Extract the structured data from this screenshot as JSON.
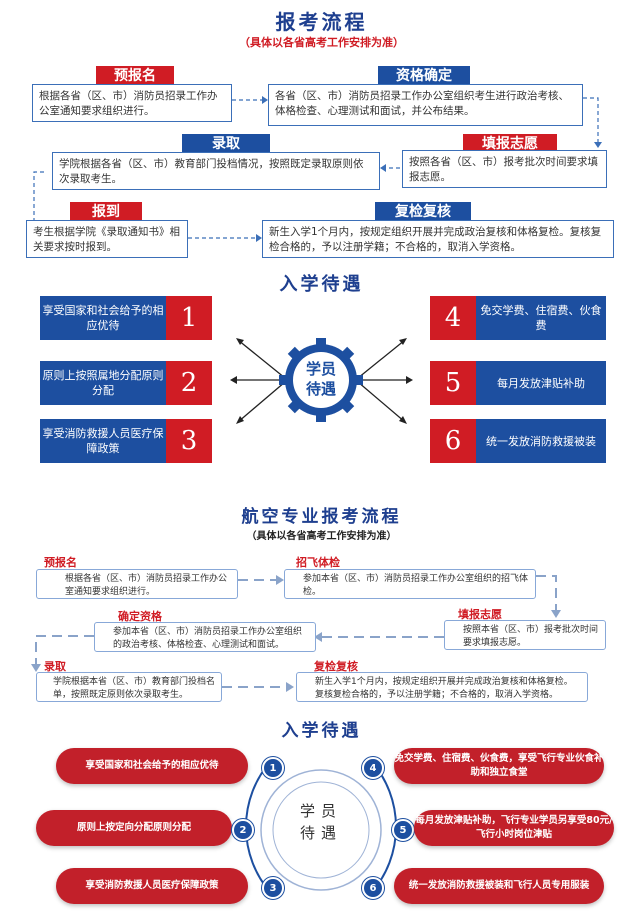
{
  "section1": {
    "title": "报考流程",
    "subtitle": "（具体以各省高考工作安排为准）",
    "steps": [
      {
        "label": "预报名",
        "text": "根据各省（区、市）消防员招录工作办公室通知要求组织进行。"
      },
      {
        "label": "资格确定",
        "text": "各省（区、市）消防员招录工作办公室组织考生进行政治考核、体格检查、心理测试和面试，并公布结果。"
      },
      {
        "label": "填报志愿",
        "text": "按照各省（区、市）报考批次时间要求填报志愿。"
      },
      {
        "label": "录取",
        "text": "学院根据各省（区、市）教育部门投档情况，按照既定录取原则依次录取考生。"
      },
      {
        "label": "报到",
        "text": "考生根据学院《录取通知书》相关要求按时报到。"
      },
      {
        "label": "复检复核",
        "text": "新生入学1个月内，按规定组织开展并完成政治复核和体格复检。复核复检合格的，予以注册学籍；不合格的，取消入学资格。"
      }
    ]
  },
  "section2": {
    "title": "入学待遇",
    "center": [
      "学员",
      "待遇"
    ],
    "items": [
      {
        "num": "1",
        "text": "享受国家和社会给予的相应优待"
      },
      {
        "num": "2",
        "text": "原则上按照属地分配原则分配"
      },
      {
        "num": "3",
        "text": "享受消防救援人员医疗保障政策"
      },
      {
        "num": "4",
        "text": "免交学费、住宿费、伙食费"
      },
      {
        "num": "5",
        "text": "每月发放津贴补助"
      },
      {
        "num": "6",
        "text": "统一发放消防救援被装"
      }
    ]
  },
  "section3": {
    "title": "航空专业报考流程",
    "subtitle": "（具体以各省高考工作安排为准）",
    "steps": [
      {
        "label": "预报名",
        "text": "根据各省（区、市）消防员招录工作办公室通知要求组织进行。"
      },
      {
        "label": "招飞体检",
        "text": "参加本省（区、市）消防员招录工作办公室组织的招飞体检。"
      },
      {
        "label": "填报志愿",
        "text": "按照本省（区、市）报考批次时间要求填报志愿。"
      },
      {
        "label": "确定资格",
        "text": "参加本省（区、市）消防员招录工作办公室组织的政治考核、体格检查、心理测试和面试。"
      },
      {
        "label": "录取",
        "text": "学院根据本省（区、市）教育部门投档名单，按照既定原则依次录取考生。"
      },
      {
        "label": "复检复核",
        "text": "新生入学1个月内，按规定组织开展并完成政治复核和体格复检。复核复检合格的，予以注册学籍；不合格的，取消入学资格。"
      }
    ]
  },
  "section4": {
    "title": "入学待遇",
    "center": [
      "学员",
      "待遇"
    ],
    "items": [
      {
        "num": "1",
        "text": "享受国家和社会给予的相应优待"
      },
      {
        "num": "2",
        "text": "原则上按定向分配原则分配"
      },
      {
        "num": "3",
        "text": "享受消防救援人员医疗保障政策"
      },
      {
        "num": "4",
        "text": "免交学费、住宿费、伙食费，享受飞行专业伙食补助和独立食堂"
      },
      {
        "num": "5",
        "text": "每月发放津贴补助，飞行专业学员另享受80元/飞行小时岗位津贴"
      },
      {
        "num": "6",
        "text": "统一发放消防救援被装和飞行人员专用服装"
      }
    ]
  }
}
